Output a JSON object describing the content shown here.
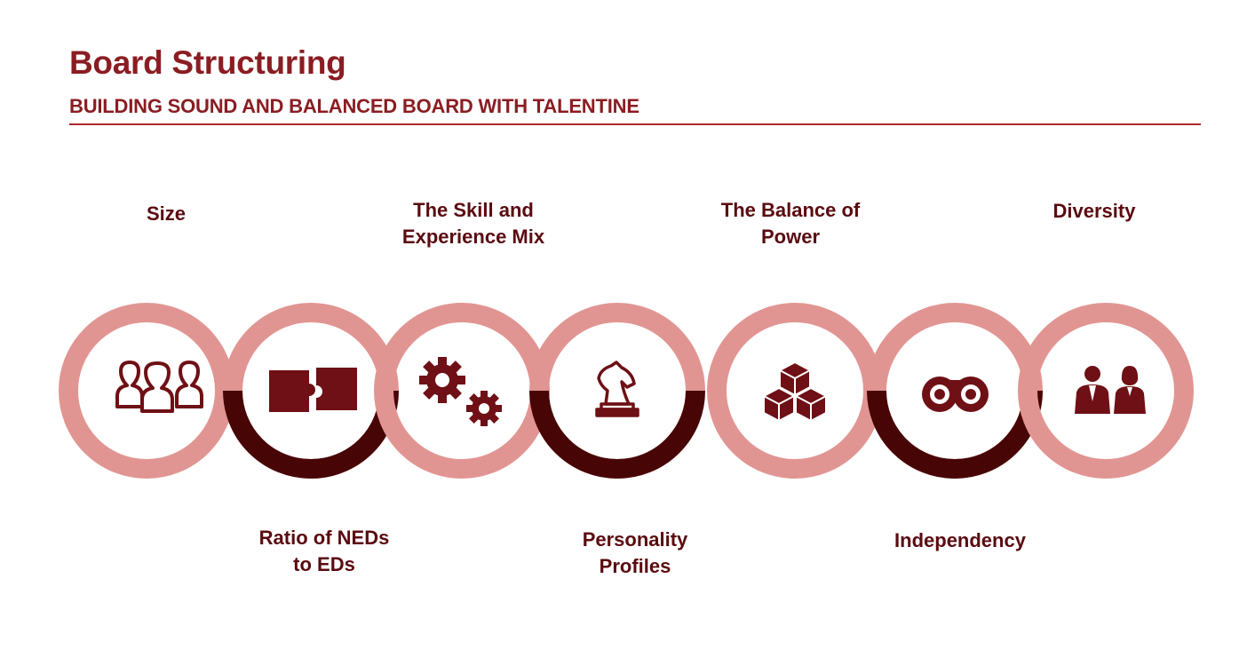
{
  "header": {
    "title": "Board Structuring",
    "subtitle": "BUILDING SOUND AND BALANCED BOARD WITH TALENTINE"
  },
  "colors": {
    "brand": "#8a1d22",
    "ring_light": "#e19592",
    "ring_dark": "#480506",
    "icon": "#6e1015",
    "label": "#5a0b10"
  },
  "items": [
    {
      "label": "Size",
      "icon": "group-icon",
      "position": "top"
    },
    {
      "label": "Ratio of NEDs\nto EDs",
      "icon": "puzzle-icon",
      "position": "bottom"
    },
    {
      "label": "The Skill and\nExperience Mix",
      "icon": "gears-icon",
      "position": "top"
    },
    {
      "label": "Personality\nProfiles",
      "icon": "chess-knight-icon",
      "position": "bottom"
    },
    {
      "label": "The Balance of\nPower",
      "icon": "cubes-icon",
      "position": "top"
    },
    {
      "label": "Independency",
      "icon": "binoculars-icon",
      "position": "bottom"
    },
    {
      "label": "Diversity",
      "icon": "business-people-icon",
      "position": "top"
    }
  ]
}
